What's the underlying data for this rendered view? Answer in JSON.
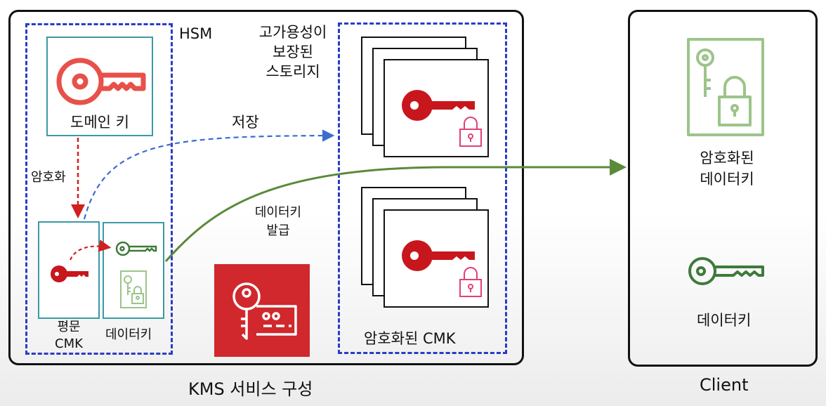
{
  "hsm_label": "HSM",
  "storage_label": "고가용성이\n보장된\n스토리지",
  "domain_key_label": "도메인 키",
  "encrypt_label": "암호화",
  "store_label": "저장",
  "plain_cmk_label": "평문\nCMK",
  "data_key_box_label": "데이터키",
  "issue_label": "데이터키\n발급",
  "encrypted_cmk_label": "암호화된 CMK",
  "main_caption": "KMS 서비스 구성",
  "client_caption": "Client",
  "client_encrypted_label": "암호화된\n데이터키",
  "client_datakey_label": "데이터키",
  "colors": {
    "red_key": "#c8161d",
    "salmon_key": "#e8504a",
    "green": "#5a8a3a",
    "light_green": "#9cc48a",
    "dark_green": "#3e7a3a",
    "blue_dashed": "#3a6dd1",
    "pink_lock": "#e0407a"
  }
}
